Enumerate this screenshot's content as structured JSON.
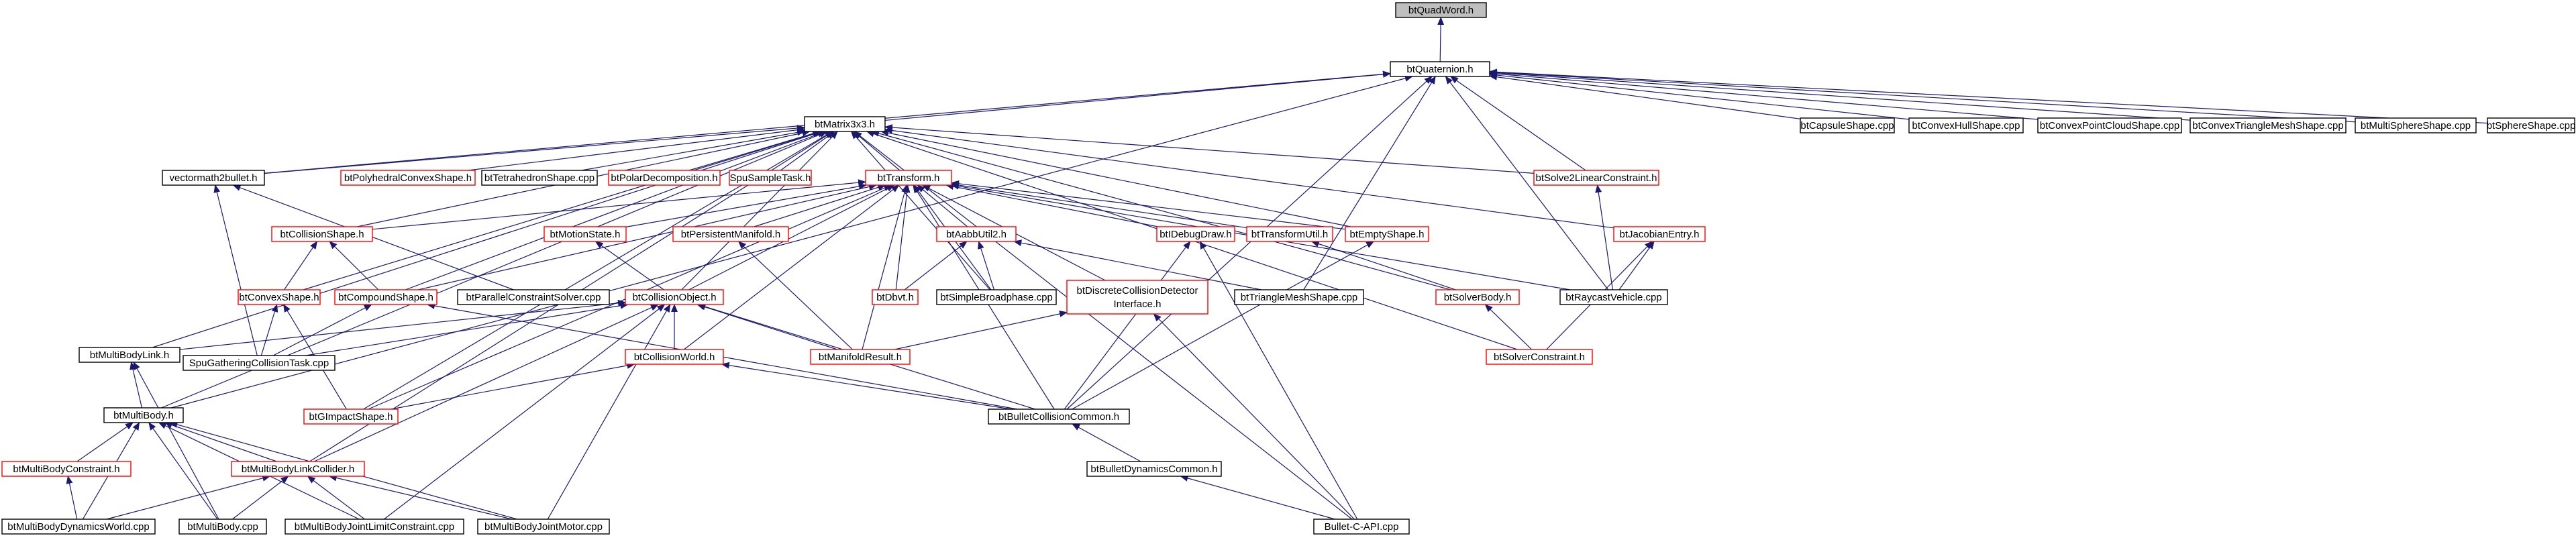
{
  "colors": {
    "focus_fill": "#bfbfbf",
    "border_default": "#000000",
    "border_truncated": "#ff0000",
    "edge": "#191970",
    "background": "#ffffff"
  },
  "nodes": [
    {
      "id": "btQuadWord",
      "label": "btQuadWord.h",
      "style": "focus"
    },
    {
      "id": "btQuaternion",
      "label": "btQuaternion.h",
      "style": "default"
    },
    {
      "id": "btMatrix3x3",
      "label": "btMatrix3x3.h",
      "style": "default"
    },
    {
      "id": "btCapsuleShape",
      "label": "btCapsuleShape.cpp",
      "style": "default"
    },
    {
      "id": "btConvexHullShape",
      "label": "btConvexHullShape.cpp",
      "style": "default"
    },
    {
      "id": "btConvexPointCloudShape",
      "label": "btConvexPointCloudShape.cpp",
      "style": "default"
    },
    {
      "id": "btConvexTriangleMeshShape",
      "label": "btConvexTriangleMeshShape.cpp",
      "style": "default"
    },
    {
      "id": "btMultiSphereShape",
      "label": "btMultiSphereShape.cpp",
      "style": "default"
    },
    {
      "id": "btSphereShape",
      "label": "btSphereShape.cpp",
      "style": "default"
    },
    {
      "id": "vectormath2bullet",
      "label": "vectormath2bullet.h",
      "style": "default"
    },
    {
      "id": "btPolyhedralConvexShape",
      "label": "btPolyhedralConvexShape.h",
      "style": "truncated"
    },
    {
      "id": "btTetrahedronShape",
      "label": "btTetrahedronShape.cpp",
      "style": "default"
    },
    {
      "id": "btPolarDecomposition",
      "label": "btPolarDecomposition.h",
      "style": "truncated"
    },
    {
      "id": "SpuSampleTask",
      "label": "SpuSampleTask.h",
      "style": "truncated"
    },
    {
      "id": "btTransform",
      "label": "btTransform.h",
      "style": "truncated"
    },
    {
      "id": "btSolve2LinearConstraint",
      "label": "btSolve2LinearConstraint.h",
      "style": "truncated"
    },
    {
      "id": "btCollisionShape",
      "label": "btCollisionShape.h",
      "style": "truncated"
    },
    {
      "id": "btMotionState",
      "label": "btMotionState.h",
      "style": "truncated"
    },
    {
      "id": "btPersistentManifold",
      "label": "btPersistentManifold.h",
      "style": "truncated"
    },
    {
      "id": "btAabbUtil2",
      "label": "btAabbUtil2.h",
      "style": "truncated"
    },
    {
      "id": "btIDebugDraw",
      "label": "btIDebugDraw.h",
      "style": "truncated"
    },
    {
      "id": "btTransformUtil",
      "label": "btTransformUtil.h",
      "style": "truncated"
    },
    {
      "id": "btEmptyShape",
      "label": "btEmptyShape.h",
      "style": "truncated"
    },
    {
      "id": "btJacobianEntry",
      "label": "btJacobianEntry.h",
      "style": "truncated"
    },
    {
      "id": "btConvexShape",
      "label": "btConvexShape.h",
      "style": "truncated"
    },
    {
      "id": "btCompoundShape",
      "label": "btCompoundShape.h",
      "style": "truncated"
    },
    {
      "id": "btParallelConstraintSolver",
      "label": "btParallelConstraintSolver.cpp",
      "style": "default"
    },
    {
      "id": "btCollisionObject",
      "label": "btCollisionObject.h",
      "style": "truncated"
    },
    {
      "id": "btDbvt",
      "label": "btDbvt.h",
      "style": "truncated"
    },
    {
      "id": "btSimpleBroadphase",
      "label": "btSimpleBroadphase.cpp",
      "style": "default"
    },
    {
      "id": "btDiscreteCollisionDetectorInterface",
      "label": "btDiscreteCollisionDetector",
      "label2": "Interface.h",
      "style": "truncated"
    },
    {
      "id": "btTriangleMeshShape",
      "label": "btTriangleMeshShape.cpp",
      "style": "default"
    },
    {
      "id": "btSolverBody",
      "label": "btSolverBody.h",
      "style": "truncated"
    },
    {
      "id": "btRaycastVehicle",
      "label": "btRaycastVehicle.cpp",
      "style": "default"
    },
    {
      "id": "btMultiBodyLink",
      "label": "btMultiBodyLink.h",
      "style": "default"
    },
    {
      "id": "SpuGatheringCollisionTask",
      "label": "SpuGatheringCollisionTask.cpp",
      "style": "default"
    },
    {
      "id": "btCollisionWorld",
      "label": "btCollisionWorld.h",
      "style": "truncated"
    },
    {
      "id": "btManifoldResult",
      "label": "btManifoldResult.h",
      "style": "truncated"
    },
    {
      "id": "btSolverConstraint",
      "label": "btSolverConstraint.h",
      "style": "truncated"
    },
    {
      "id": "btMultiBody",
      "label": "btMultiBody.h",
      "style": "default"
    },
    {
      "id": "btGImpactShape",
      "label": "btGImpactShape.h",
      "style": "truncated"
    },
    {
      "id": "btBulletCollisionCommon",
      "label": "btBulletCollisionCommon.h",
      "style": "default"
    },
    {
      "id": "btMultiBodyConstraint",
      "label": "btMultiBodyConstraint.h",
      "style": "truncated"
    },
    {
      "id": "btMultiBodyLinkCollider",
      "label": "btMultiBodyLinkCollider.h",
      "style": "truncated"
    },
    {
      "id": "btBulletDynamicsCommon",
      "label": "btBulletDynamicsCommon.h",
      "style": "default"
    },
    {
      "id": "btMultiBodyDynamicsWorld",
      "label": "btMultiBodyDynamicsWorld.cpp",
      "style": "default"
    },
    {
      "id": "btMultiBodyCpp",
      "label": "btMultiBody.cpp",
      "style": "default"
    },
    {
      "id": "btMultiBodyJointLimitConstraint",
      "label": "btMultiBodyJointLimitConstraint.cpp",
      "style": "default"
    },
    {
      "id": "btMultiBodyJointMotor",
      "label": "btMultiBodyJointMotor.cpp",
      "style": "default"
    },
    {
      "id": "BulletCAPI",
      "label": "Bullet-C-API.cpp",
      "style": "default"
    }
  ],
  "edges": [
    [
      "btQuaternion",
      "btQuadWord"
    ],
    [
      "btMatrix3x3",
      "btQuaternion"
    ],
    [
      "btCapsuleShape",
      "btQuaternion"
    ],
    [
      "btConvexHullShape",
      "btQuaternion"
    ],
    [
      "btConvexPointCloudShape",
      "btQuaternion"
    ],
    [
      "btConvexTriangleMeshShape",
      "btQuaternion"
    ],
    [
      "btMultiSphereShape",
      "btQuaternion"
    ],
    [
      "btSphereShape",
      "btQuaternion"
    ],
    [
      "vectormath2bullet",
      "btQuaternion"
    ],
    [
      "btRaycastVehicle",
      "btQuaternion"
    ],
    [
      "btBulletCollisionCommon",
      "btQuaternion"
    ],
    [
      "btMultiBody",
      "btQuaternion"
    ],
    [
      "btTriangleMeshShape",
      "btQuaternion"
    ],
    [
      "btSolve2LinearConstraint",
      "btQuaternion"
    ],
    [
      "vectormath2bullet",
      "btMatrix3x3"
    ],
    [
      "btPolyhedralConvexShape",
      "btMatrix3x3"
    ],
    [
      "btTetrahedronShape",
      "btMatrix3x3"
    ],
    [
      "btPolarDecomposition",
      "btMatrix3x3"
    ],
    [
      "SpuSampleTask",
      "btMatrix3x3"
    ],
    [
      "btTransform",
      "btMatrix3x3"
    ],
    [
      "btSolve2LinearConstraint",
      "btMatrix3x3"
    ],
    [
      "btJacobianEntry",
      "btMatrix3x3"
    ],
    [
      "btCollisionShape",
      "btMatrix3x3"
    ],
    [
      "btConvexShape",
      "btMatrix3x3"
    ],
    [
      "btCompoundShape",
      "btMatrix3x3"
    ],
    [
      "btMultiBodyLink",
      "btMatrix3x3"
    ],
    [
      "btMultiBody",
      "btMatrix3x3"
    ],
    [
      "btGImpactShape",
      "btMatrix3x3"
    ],
    [
      "btSimpleBroadphase",
      "btMatrix3x3"
    ],
    [
      "btSolverBody",
      "btMatrix3x3"
    ],
    [
      "btSolverConstraint",
      "btMatrix3x3"
    ],
    [
      "btEmptyShape",
      "btMatrix3x3"
    ],
    [
      "BulletCAPI",
      "btMatrix3x3"
    ],
    [
      "btCollisionObject",
      "btMatrix3x3"
    ],
    [
      "btMultiBodyLinkCollider",
      "btMatrix3x3"
    ],
    [
      "btCollisionShape",
      "btTransform"
    ],
    [
      "btMotionState",
      "btTransform"
    ],
    [
      "btPersistentManifold",
      "btTransform"
    ],
    [
      "btAabbUtil2",
      "btTransform"
    ],
    [
      "btIDebugDraw",
      "btTransform"
    ],
    [
      "btTransformUtil",
      "btTransform"
    ],
    [
      "btEmptyShape",
      "btTransform"
    ],
    [
      "btCompoundShape",
      "btTransform"
    ],
    [
      "btCollisionObject",
      "btTransform"
    ],
    [
      "btDbvt",
      "btTransform"
    ],
    [
      "btSimpleBroadphase",
      "btTransform"
    ],
    [
      "btDiscreteCollisionDetectorInterface",
      "btTransform"
    ],
    [
      "btRaycastVehicle",
      "btTransform"
    ],
    [
      "btManifoldResult",
      "btTransform"
    ],
    [
      "btBulletCollisionCommon",
      "btTransform"
    ],
    [
      "btGImpactShape",
      "btTransform"
    ],
    [
      "btCollisionWorld",
      "btTransform"
    ],
    [
      "btConvexShape",
      "btCollisionShape"
    ],
    [
      "btCompoundShape",
      "btCollisionShape"
    ],
    [
      "btGImpactShape",
      "btConvexShape"
    ],
    [
      "SpuGatheringCollisionTask",
      "btConvexShape"
    ],
    [
      "SpuGatheringCollisionTask",
      "btCompoundShape"
    ],
    [
      "btBulletCollisionCommon",
      "btCompoundShape"
    ],
    [
      "SpuGatheringCollisionTask",
      "vectormath2bullet"
    ],
    [
      "btParallelConstraintSolver",
      "vectormath2bullet"
    ],
    [
      "btCollisionObject",
      "btMotionState"
    ],
    [
      "btManifoldResult",
      "btPersistentManifold"
    ],
    [
      "btDbvt",
      "btAabbUtil2"
    ],
    [
      "btSimpleBroadphase",
      "btAabbUtil2"
    ],
    [
      "btTriangleMeshShape",
      "btAabbUtil2"
    ],
    [
      "btBulletCollisionCommon",
      "btIDebugDraw"
    ],
    [
      "BulletCAPI",
      "btIDebugDraw"
    ],
    [
      "btSolverBody",
      "btTransformUtil"
    ],
    [
      "btBulletCollisionCommon",
      "btEmptyShape"
    ],
    [
      "btRaycastVehicle",
      "btSolve2LinearConstraint"
    ],
    [
      "btRaycastVehicle",
      "btJacobianEntry"
    ],
    [
      "btSolverConstraint",
      "btJacobianEntry"
    ],
    [
      "btSolverConstraint",
      "btSolverBody"
    ],
    [
      "btCollisionWorld",
      "btCollisionObject"
    ],
    [
      "btManifoldResult",
      "btCollisionObject"
    ],
    [
      "btBulletCollisionCommon",
      "btCollisionObject"
    ],
    [
      "btMultiBodyLink",
      "btCollisionObject"
    ],
    [
      "SpuGatheringCollisionTask",
      "btCollisionObject"
    ],
    [
      "btMultiBodyLinkCollider",
      "btCollisionObject"
    ],
    [
      "btMultiBodyJointMotor",
      "btCollisionObject"
    ],
    [
      "btMultiBodyJointLimitConstraint",
      "btCollisionObject"
    ],
    [
      "btManifoldResult",
      "btDiscreteCollisionDetectorInterface"
    ],
    [
      "BulletCAPI",
      "btDiscreteCollisionDetectorInterface"
    ],
    [
      "btGImpactShape",
      "btCollisionWorld"
    ],
    [
      "btBulletCollisionCommon",
      "btCollisionWorld"
    ],
    [
      "btMultiBody",
      "btMultiBodyLink"
    ],
    [
      "btMultiBodyCpp",
      "btMultiBodyLink"
    ],
    [
      "btMultiBodyConstraint",
      "btMultiBody"
    ],
    [
      "btMultiBodyLinkCollider",
      "btMultiBody"
    ],
    [
      "btMultiBodyDynamicsWorld",
      "btMultiBody"
    ],
    [
      "btMultiBodyCpp",
      "btMultiBody"
    ],
    [
      "btMultiBodyJointLimitConstraint",
      "btMultiBody"
    ],
    [
      "btMultiBodyJointMotor",
      "btMultiBody"
    ],
    [
      "btMultiBodyDynamicsWorld",
      "btMultiBodyConstraint"
    ],
    [
      "btMultiBodyDynamicsWorld",
      "btMultiBodyLinkCollider"
    ],
    [
      "btMultiBodyCpp",
      "btMultiBodyLinkCollider"
    ],
    [
      "btMultiBodyJointLimitConstraint",
      "btMultiBodyLinkCollider"
    ],
    [
      "btMultiBodyJointMotor",
      "btMultiBodyLinkCollider"
    ],
    [
      "btBulletDynamicsCommon",
      "btBulletCollisionCommon"
    ],
    [
      "BulletCAPI",
      "btBulletDynamicsCommon"
    ]
  ]
}
